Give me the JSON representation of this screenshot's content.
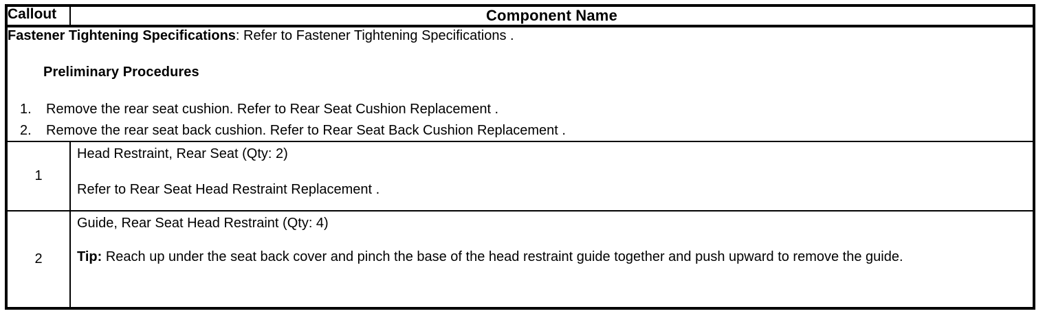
{
  "table": {
    "headers": {
      "callout": "Callout",
      "component_name": "Component Name"
    },
    "preliminary_block": {
      "fastener_label": "Fastener Tightening Specifications",
      "fastener_text": ": Refer to Fastener Tightening Specifications .",
      "preliminary_heading": "Preliminary Procedures",
      "steps": [
        "Remove the rear seat cushion. Refer to Rear Seat Cushion Replacement .",
        "Remove the rear seat back cushion. Refer to Rear Seat Back Cushion Replacement ."
      ]
    },
    "rows": [
      {
        "callout": "1",
        "title": "Head Restraint, Rear Seat (Qty: 2)",
        "refer": "Refer to Rear Seat Head Restraint Replacement ."
      },
      {
        "callout": "2",
        "title": "Guide, Rear Seat Head Restraint (Qty: 4)",
        "tip_label": "Tip:",
        "tip_text": " Reach up under the seat back cover and pinch the base of the head restraint guide together and push upward to remove the guide."
      }
    ]
  },
  "colors": {
    "border": "#000000",
    "text": "#000000",
    "background": "#ffffff"
  }
}
